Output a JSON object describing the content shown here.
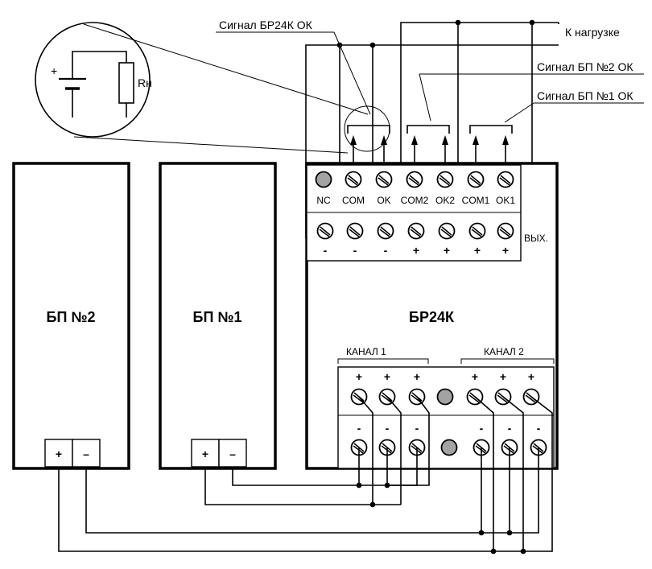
{
  "callouts": {
    "signal_br24k": "Сигнал БР24К ОК",
    "to_load": "К нагрузке",
    "signal_bp2": "Сигнал БП №2 ОК",
    "signal_bp1": "Сигнал БП №1 ОК"
  },
  "inset": {
    "plus": "+",
    "resistor_label": "Rн"
  },
  "units": {
    "bp2": {
      "title": "БП №2",
      "plus": "+",
      "minus": "–"
    },
    "bp1": {
      "title": "БП №1",
      "plus": "+",
      "minus": "–"
    },
    "br24k": {
      "title": "БР24К"
    }
  },
  "output_block": {
    "top_terminals": [
      "NC",
      "COM",
      "OK",
      "COM2",
      "OK2",
      "COM1",
      "OK1"
    ],
    "bottom_signs": [
      "-",
      "-",
      "-",
      "+",
      "+",
      "+",
      "+"
    ],
    "side_label": "ВЫХ."
  },
  "input_block": {
    "channel1": "КАНАЛ 1",
    "channel2": "КАНАЛ 2",
    "upper_signs": [
      "+",
      "+",
      "+",
      "+",
      "+",
      "+"
    ],
    "lower_signs": [
      "-",
      "-",
      "-",
      "-",
      "-",
      "-"
    ]
  },
  "colors": {
    "line": "#000000",
    "unused_screw": "#a3a3a3",
    "background": "#ffffff"
  }
}
